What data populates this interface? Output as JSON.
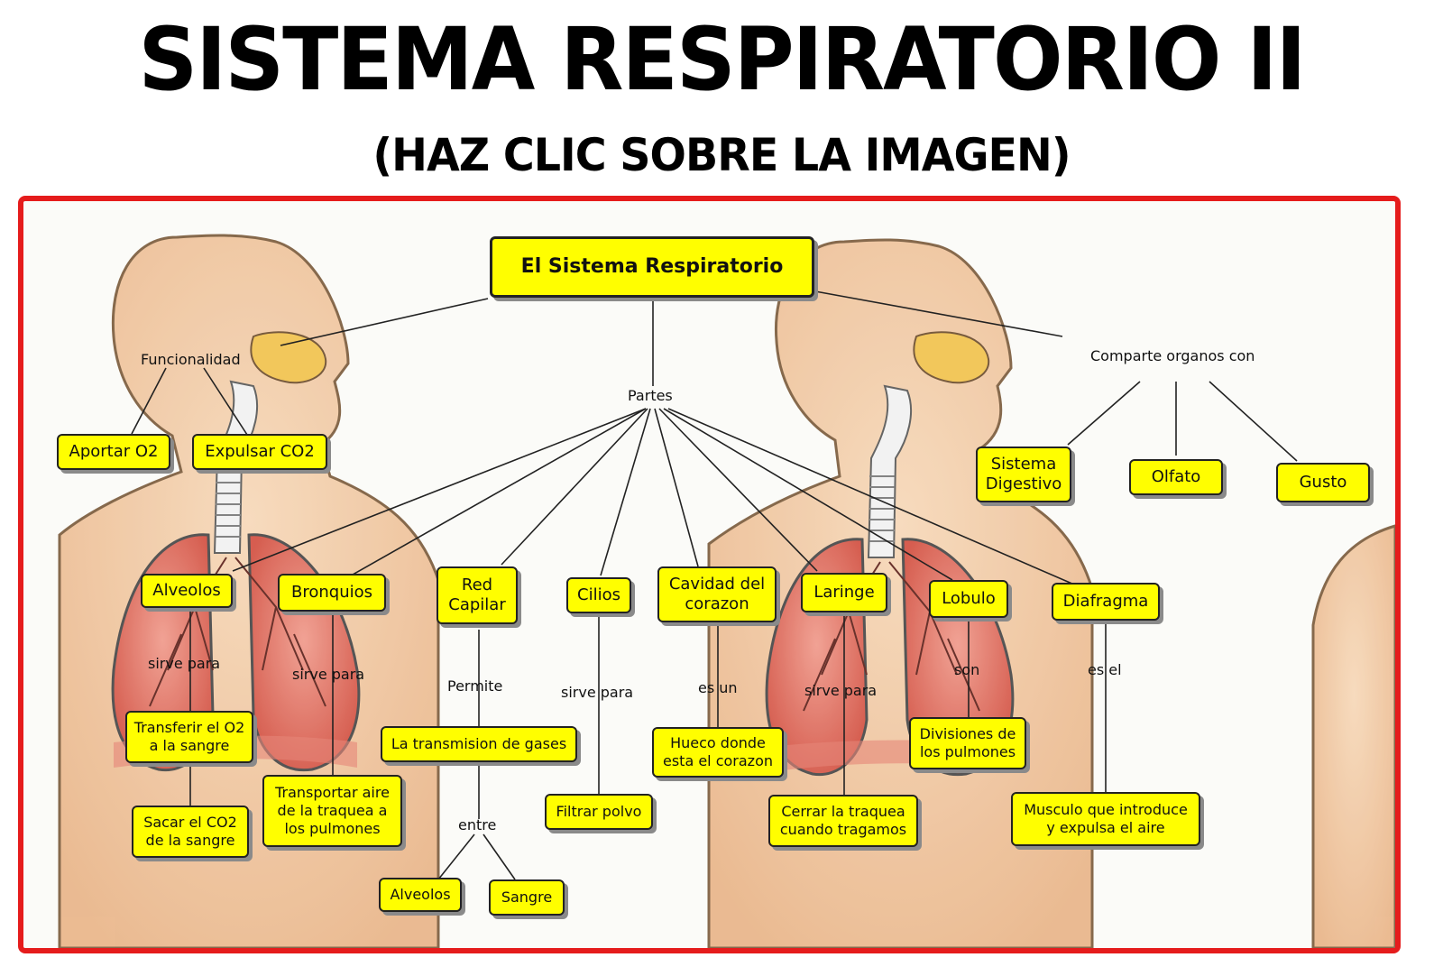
{
  "header": {
    "title": "SISTEMA RESPIRATORIO II",
    "subtitle": "(HAZ CLIC SOBRE LA IMAGEN)"
  },
  "diagram": {
    "root": "El Sistema Respiratorio",
    "links": {
      "funcionalidad": "Funcionalidad",
      "partes": "Partes",
      "comparte": "Comparte organos con",
      "permite": "Permite",
      "entre": "entre",
      "sirve_para_cilios": "sirve para",
      "es_un": "es un",
      "sirve_para_alveolos": "sirve para",
      "sirve_para_bronquios": "sirve para",
      "sirve_para_laringe": "sirve para",
      "son": "son",
      "es_el": "es el"
    },
    "nodes": {
      "aportar_o2": "Aportar O2",
      "expulsar_co2": "Expulsar CO2",
      "sistema_digestivo": "Sistema Digestivo",
      "olfato": "Olfato",
      "gusto": "Gusto",
      "alveolos": "Alveolos",
      "bronquios": "Bronquios",
      "red_capilar": "Red Capilar",
      "cilios": "Cilios",
      "cavidad_corazon": "Cavidad del corazon",
      "laringe": "Laringe",
      "lobulo": "Lobulo",
      "diafragma": "Diafragma",
      "transferir_o2": "Transferir el O2 a la sangre",
      "sacar_co2": "Sacar el CO2 de la sangre",
      "transportar_aire": "Transportar aire de la traquea a los pulmones",
      "transmision_gases": "La transmision de gases",
      "alveolos_2": "Alveolos",
      "sangre": "Sangre",
      "filtrar_polvo": "Filtrar polvo",
      "hueco_corazon": "Hueco donde esta el corazon",
      "cerrar_traquea": "Cerrar la traquea cuando tragamos",
      "divisiones_pulmones": "Divisiones de los pulmones",
      "musculo": "Musculo que introduce y expulsa el aire"
    }
  },
  "colors": {
    "frame": "#e51c1c",
    "node_fill": "#fffe00",
    "skin": "#f3c69a",
    "lung": "#e06a5a",
    "nasal": "#f2c24b"
  }
}
